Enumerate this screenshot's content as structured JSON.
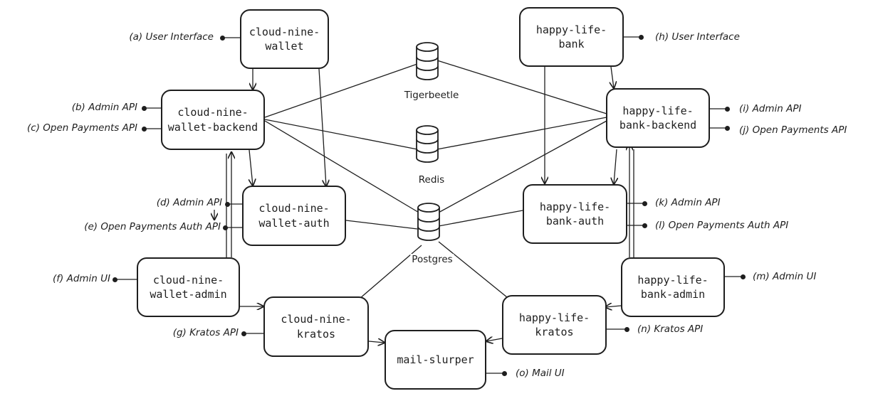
{
  "services": {
    "cn_wallet": "cloud-nine-\nwallet",
    "cn_backend": "cloud-nine-\nwallet-backend",
    "cn_auth": "cloud-nine-\nwallet-auth",
    "cn_admin": "cloud-nine-\nwallet-admin",
    "cn_kratos": "cloud-nine-\nkratos",
    "hl_bank": "happy-life-\nbank",
    "hl_backend": "happy-life-\nbank-backend",
    "hl_auth": "happy-life-\nbank-auth",
    "hl_admin": "happy-life-\nbank-admin",
    "hl_kratos": "happy-life-\nkratos",
    "mail": "mail-slurper"
  },
  "databases": {
    "tigerbeetle": "Tigerbeetle",
    "redis": "Redis",
    "postgres": "Postgres"
  },
  "ports": {
    "a": "(a) User Interface",
    "b": "(b) Admin API",
    "c": "(c) Open Payments API",
    "d": "(d) Admin API",
    "e": "(e) Open Payments Auth API",
    "f": "(f) Admin UI",
    "g": "(g) Kratos API",
    "h": "(h) User Interface",
    "i": "(i) Admin API",
    "j": "(j) Open Payments API",
    "k": "(k) Admin API",
    "l": "(l) Open Payments Auth API",
    "m": "(m) Admin UI",
    "n": "(n) Kratos API",
    "o": "(o) Mail UI"
  }
}
